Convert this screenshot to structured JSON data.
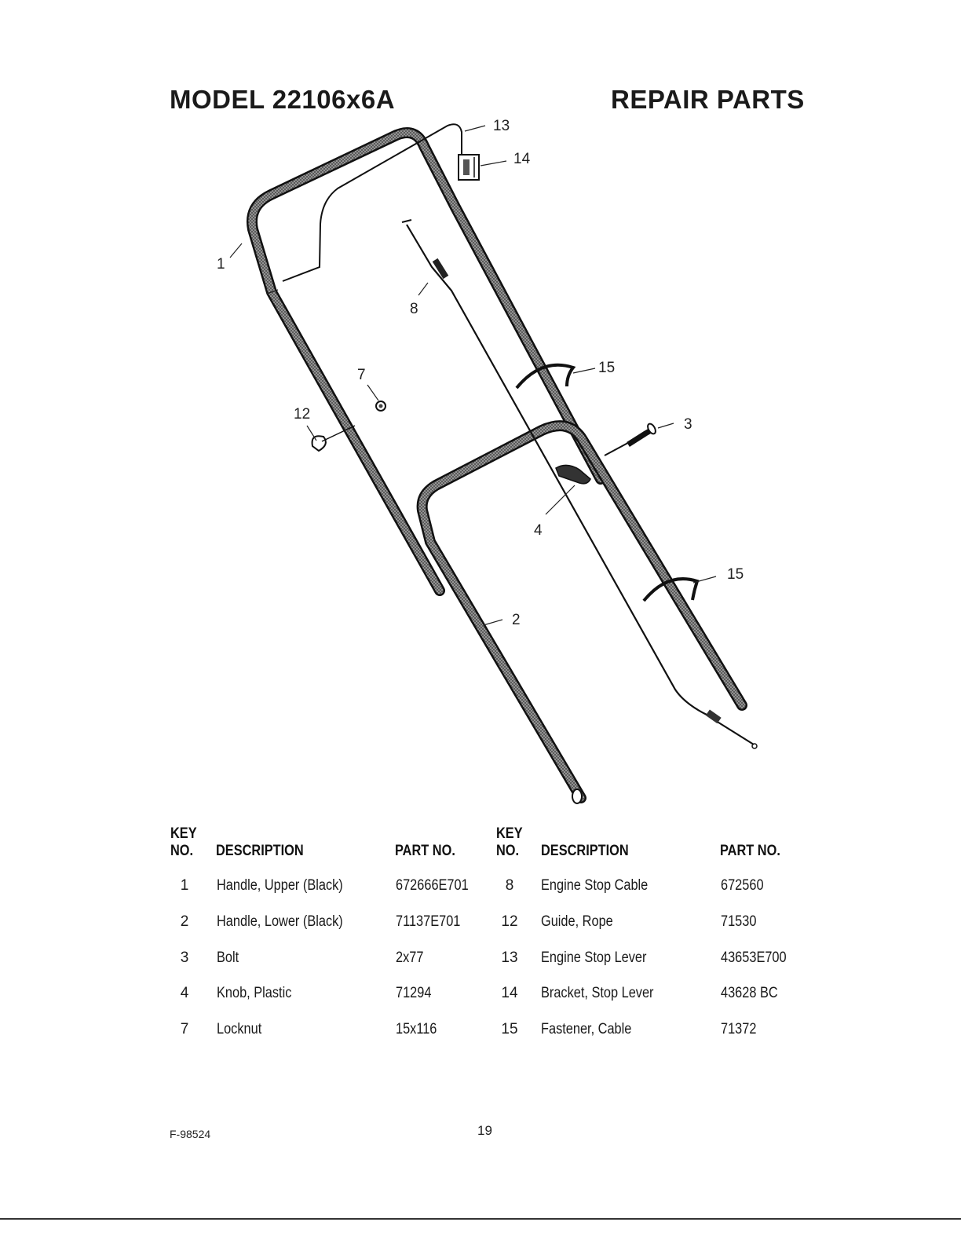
{
  "header": {
    "model": "MODEL 22106x6A",
    "section": "REPAIR PARTS"
  },
  "diagram": {
    "callouts": [
      "1",
      "2",
      "3",
      "4",
      "7",
      "8",
      "12",
      "13",
      "14",
      "15",
      "15"
    ]
  },
  "table": {
    "headers": {
      "key_line1": "KEY",
      "key_line2": "NO.",
      "description": "DESCRIPTION",
      "part_no": "PART NO."
    },
    "left": [
      {
        "key": "1",
        "description": "Handle, Upper (Black)",
        "part": "672666E701"
      },
      {
        "key": "2",
        "description": "Handle, Lower (Black)",
        "part": "71137E701"
      },
      {
        "key": "3",
        "description": "Bolt",
        "part": "2x77"
      },
      {
        "key": "4",
        "description": "Knob, Plastic",
        "part": "71294"
      },
      {
        "key": "7",
        "description": "Locknut",
        "part": "15x116"
      }
    ],
    "right": [
      {
        "key": "8",
        "description": "Engine Stop Cable",
        "part": "672560"
      },
      {
        "key": "12",
        "description": "Guide, Rope",
        "part": "71530"
      },
      {
        "key": "13",
        "description": "Engine Stop Lever",
        "part": "43653E700"
      },
      {
        "key": "14",
        "description": "Bracket, Stop Lever",
        "part": "43628 BC"
      },
      {
        "key": "15",
        "description": "Fastener, Cable",
        "part": "71372"
      }
    ]
  },
  "footer": {
    "form_number": "F-98524",
    "page_number": "19"
  }
}
